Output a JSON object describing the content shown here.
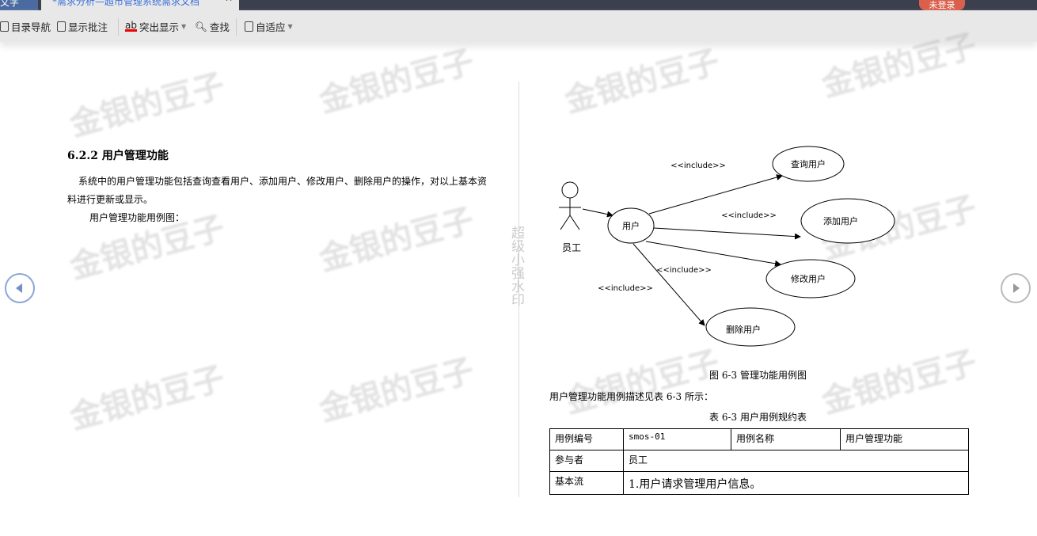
{
  "app": {
    "menu_label": "文字",
    "tab_title": "*需求分析—超市管理系统需求文档",
    "login_label": "未登录"
  },
  "toolbar": {
    "toc": "目录导航",
    "comments": "显示批注",
    "highlight": "突出显示",
    "find": "查找",
    "fit": "自适应"
  },
  "watermark": {
    "text": "金银的豆子",
    "vertical": "超级小强水印"
  },
  "left_page": {
    "heading": "6.2.2 用户管理功能",
    "para1": "系统中的用户管理功能包括查询查看用户、添加用户、修改用户、删除用户的操作，对以上基本资料进行更新或显示。",
    "para2": "用户管理功能用例图："
  },
  "diagram": {
    "actor": "员工",
    "main": "用户",
    "use_cases": [
      "查询用户",
      "添加用户",
      "修改用户",
      "删除用户"
    ],
    "include": "<<include>>"
  },
  "right_page": {
    "figure_caption": "图 6-3 管理功能用例图",
    "intro": "用户管理功能用例描述见表 6-3 所示：",
    "table_caption": "表 6-3 用户用例规约表",
    "table": {
      "rows": [
        [
          "用例编号",
          "smos-01",
          "用例名称",
          "用户管理功能"
        ],
        [
          "参与者",
          "员工"
        ],
        [
          "基本流",
          "1.用户请求管理用户信息。"
        ]
      ]
    }
  }
}
